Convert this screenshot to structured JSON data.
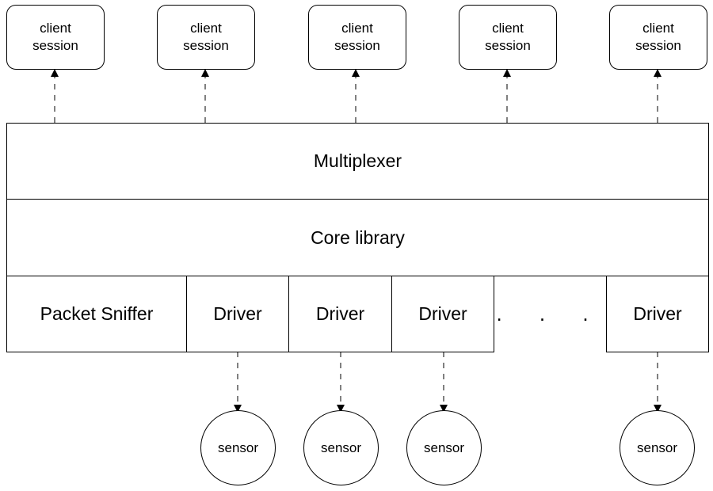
{
  "client_sessions": [
    {
      "line1": "client",
      "line2": "session"
    },
    {
      "line1": "client",
      "line2": "session"
    },
    {
      "line1": "client",
      "line2": "session"
    },
    {
      "line1": "client",
      "line2": "session"
    },
    {
      "line1": "client",
      "line2": "session"
    }
  ],
  "multiplexer": {
    "label": "Multiplexer"
  },
  "core_library": {
    "label": "Core library"
  },
  "components": {
    "packet_sniffer": "Packet Sniffer",
    "drivers": [
      "Driver",
      "Driver",
      "Driver",
      "Driver"
    ],
    "ellipsis": ". . ."
  },
  "sensors": [
    "sensor",
    "sensor",
    "sensor",
    "sensor"
  ],
  "colors": {
    "line": "#000000",
    "background": "#ffffff"
  }
}
